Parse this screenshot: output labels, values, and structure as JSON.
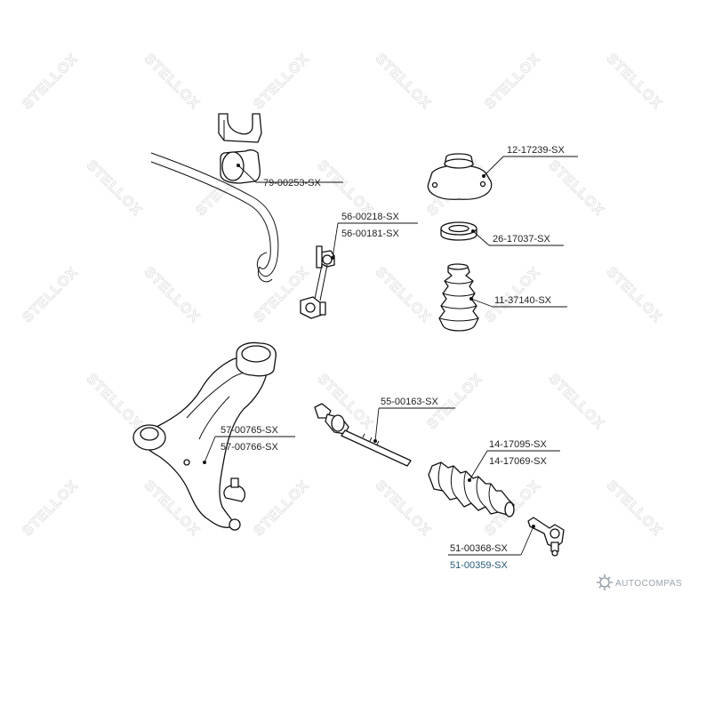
{
  "watermark": {
    "text": "STELLOX"
  },
  "brand": {
    "text": "AUTOCOMPAS",
    "icon": "gear-logo-icon"
  },
  "parts": [
    {
      "id": "bushing",
      "numbers": [
        "79-00253-SX"
      ]
    },
    {
      "id": "stabilizer-link",
      "numbers": [
        "56-00218-SX",
        "56-00181-SX"
      ]
    },
    {
      "id": "strut-mount",
      "numbers": [
        "12-17239-SX"
      ]
    },
    {
      "id": "bearing",
      "numbers": [
        "26-17037-SX"
      ]
    },
    {
      "id": "dust-boot",
      "numbers": [
        "11-37140-SX"
      ]
    },
    {
      "id": "tie-rod",
      "numbers": [
        "55-00163-SX"
      ]
    },
    {
      "id": "control-arm",
      "numbers": [
        "57-00765-SX",
        "57-00766-SX"
      ]
    },
    {
      "id": "steering-boot",
      "numbers": [
        "14-17095-SX",
        "14-17069-SX"
      ]
    },
    {
      "id": "tie-rod-end",
      "numbers": [
        "51-00368-SX",
        "51-00359-SX"
      ]
    }
  ]
}
